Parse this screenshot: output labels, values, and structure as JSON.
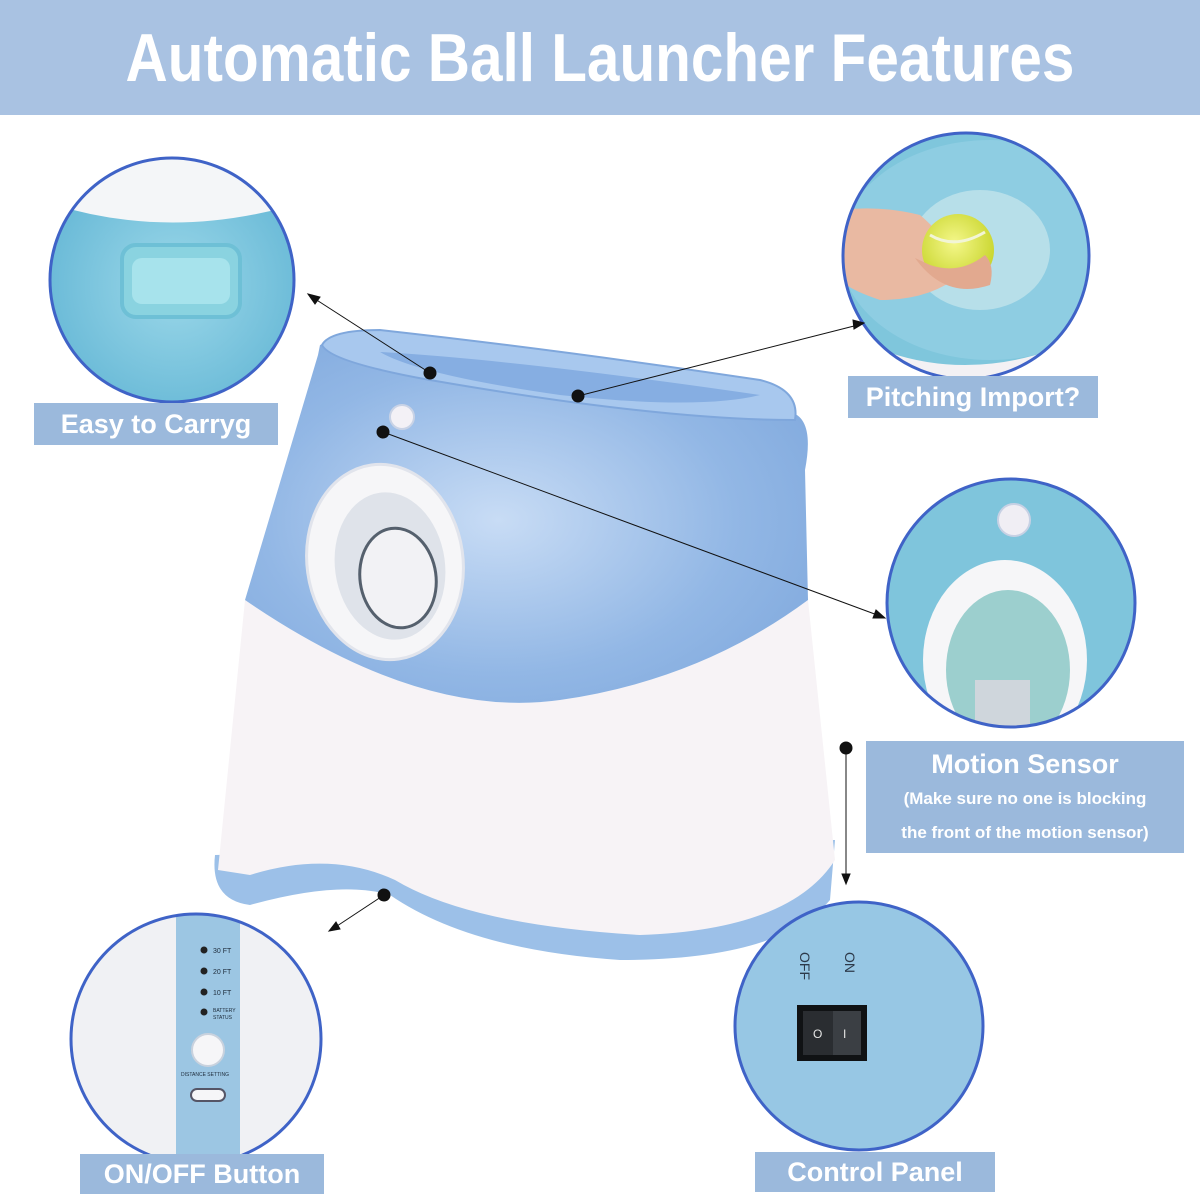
{
  "title": "Automatic Ball Launcher Features",
  "callouts": {
    "carry": "Easy to Carryg",
    "pitching": "Pitching Import?",
    "motion_title": "Motion Sensor",
    "motion_note_line1": "(Make sure no one is blocking",
    "motion_note_line2": "the front of the motion sensor)",
    "onoff": "ON/OFF Button",
    "control": "Control Panel"
  },
  "remote_panel": {
    "distance_labels": [
      "30 FT",
      "20 FT",
      "10 FT"
    ],
    "battery_label_line1": "BATTERY",
    "battery_label_line2": "STATUS",
    "distance_setting": "DISTANCE SETTING"
  },
  "switch_panel": {
    "off": "OFF",
    "on": "ON",
    "symbol_off": "O",
    "symbol_on": "I"
  },
  "colors": {
    "banner": "#a9c2e2",
    "label_bg": "#9bb9dc",
    "product_blue": "#8fb6e4",
    "circle_border": "#3f63c7"
  }
}
